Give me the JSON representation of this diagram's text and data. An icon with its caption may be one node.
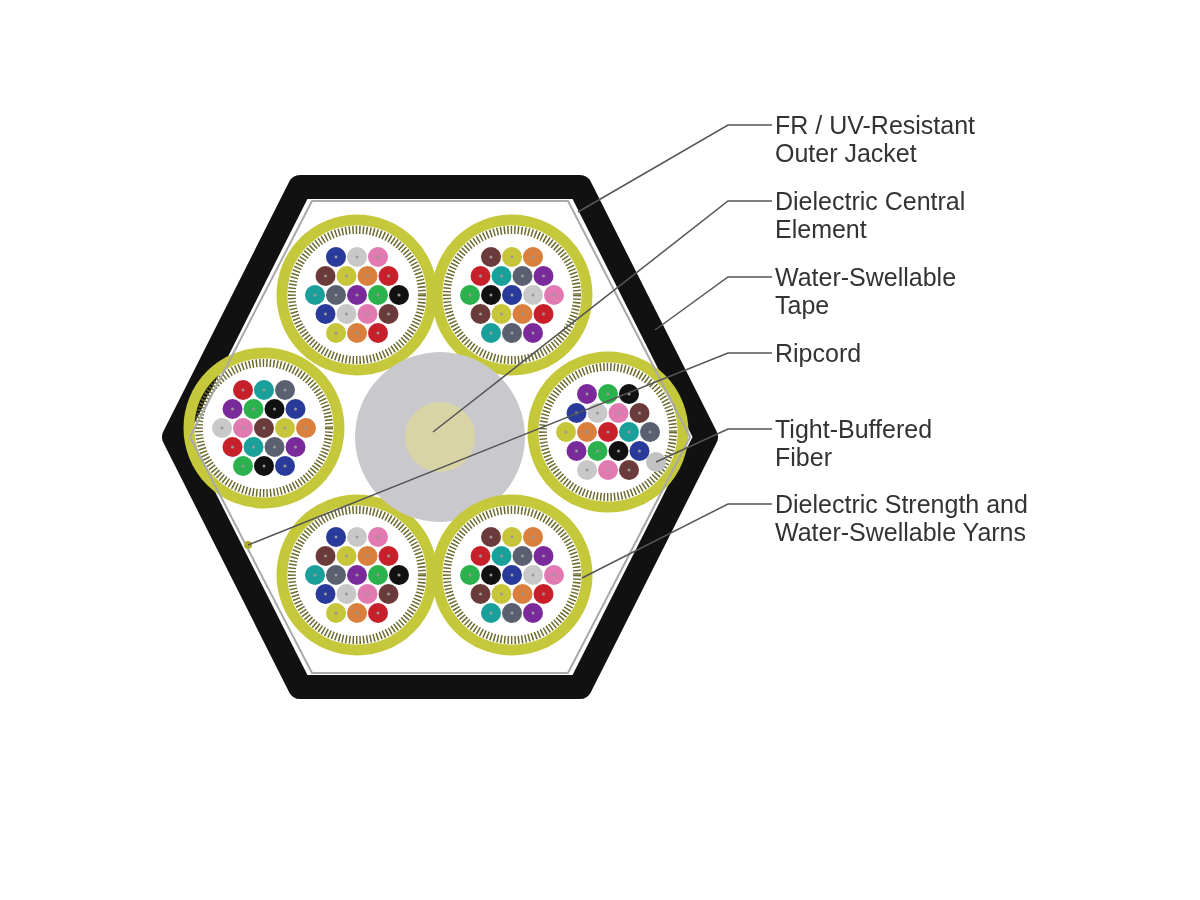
{
  "diagram": {
    "nodes": [
      {
        "text": [
          "FR / UV-Resistant Outer Jacket"
        ]
      },
      {
        "text": [
          "Dielectric Central Element"
        ]
      },
      {
        "text": [
          "Water-Swellable Tape"
        ]
      },
      {
        "text": [
          "Ripcord"
        ]
      },
      {
        "text": [
          "Tight-Buffered Fiber"
        ]
      },
      {
        "text": [
          "Dielectric Strength and Water-Swellable Yarns"
        ]
      },
      {
        "text": [],
        "shape": "hexagon"
      },
      {
        "text": [],
        "shape": "circle",
        "in": 8
      },
      {
        "text": [],
        "shape": "hexagon"
      },
      {
        "text": [],
        "shape": "circle",
        "in": 8
      },
      {
        "text": [],
        "shape": "circle",
        "in": 8
      },
      {
        "text": [],
        "shape": "circle",
        "in": 8
      }
    ],
    "edges": [
      {
        "from": 0,
        "to": 6,
        "arrow": "none"
      },
      {
        "from": 1,
        "to": 7,
        "arrow": "none"
      },
      {
        "from": 2,
        "to": 8,
        "arrow": "none"
      },
      {
        "from": 3,
        "to": 9,
        "arrow": "none"
      },
      {
        "from": 4,
        "to": 10,
        "arrow": "none"
      },
      {
        "from": 5,
        "to": 11,
        "arrow": "none"
      }
    ]
  }
}
